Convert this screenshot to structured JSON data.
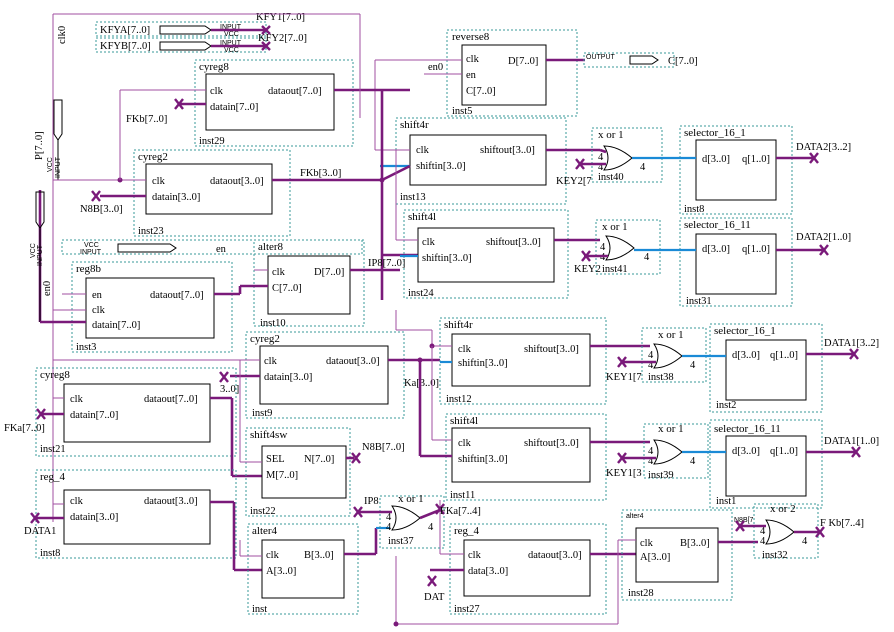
{
  "global": {
    "clk_label": "clk0",
    "en_label": "en0",
    "p_label": "P[7..0]",
    "vcc_label": "VCC",
    "input_label": "INPUT",
    "output_label": "OUTPUT"
  },
  "pins": {
    "kfya": "KFYA[7..0]",
    "kfyb": "KFYB[7..0]",
    "kfy1": "KFY1[7..0]",
    "kfy2": "KFY2[7..0]",
    "en_in": "en",
    "c_out": "C[7..0]",
    "data1": "DATA1",
    "fka": "FKa[7..0]",
    "fkb": "FKb[7..0]",
    "n8b": "N8B[3..0]",
    "fkb_net": "FKb[3..0]",
    "ka_net": "Ka[3..0]",
    "net_30": "3..0]",
    "ip8": "IP8",
    "ip8_net": "IP8[7..0]",
    "n8b_out": "N8B[7..0]",
    "fka_hi": "FKa[7..4]",
    "fkb_hi": "F Kb[7..4]",
    "n8b_small": "N8B[7",
    "dat": "DAT",
    "data2_32": "DATA2[3..2]",
    "data2_10": "DATA2[1..0]",
    "data1_32": "DATA1[3..2]",
    "data1_10": "DATA1[1..0]",
    "key2_a": "KEY2[7",
    "key2_b": "KEY2",
    "key1_a": "KEY1[7",
    "key1_b": "KEY1[3",
    "en0_small": "en0"
  },
  "blocks": {
    "reverse8": {
      "title": "reverse8",
      "p1": "clk",
      "p2": "en",
      "p3": "C[7..0]",
      "out": "D[7..0]",
      "inst": "inst5"
    },
    "cyreg8_top": {
      "title": "cyreg8",
      "p1": "clk",
      "p2": "datain[7..0]",
      "out": "dataout[7..0]",
      "inst": "inst29"
    },
    "shift4r_top": {
      "title": "shift4r",
      "p1": "clk",
      "p2": "shiftin[3..0]",
      "out": "shiftout[3..0]",
      "inst": "inst13"
    },
    "cyreg2_top": {
      "title": "cyreg2",
      "p1": "clk",
      "p2": "datain[3..0]",
      "out": "dataout[3..0]",
      "inst": "inst23"
    },
    "shift4l_top": {
      "title": "shift4l",
      "p1": "clk",
      "p2": "shiftin[3..0]",
      "out": "shiftout[3..0]",
      "inst": "inst24"
    },
    "alter8": {
      "title": "alter8",
      "p1": "clk",
      "p2": "C[7..0]",
      "out": "D[7..0]",
      "inst": "inst10"
    },
    "reg8b": {
      "title": "reg8b",
      "p1": "en",
      "p2": "clk",
      "p3": "datain[7..0]",
      "out": "dataout[7..0]",
      "inst": "inst3"
    },
    "cyreg2_mid": {
      "title": "cyreg2",
      "p1": "clk",
      "p2": "datain[3..0]",
      "out": "dataout[3..0]",
      "inst": "inst9"
    },
    "shift4r_mid": {
      "title": "shift4r",
      "p1": "clk",
      "p2": "shiftin[3..0]",
      "out": "shiftout[3..0]",
      "inst": "inst12"
    },
    "cyreg8_mid": {
      "title": "cyreg8",
      "p1": "clk",
      "p2": "datain[7..0]",
      "out": "dataout[7..0]",
      "inst": "inst21"
    },
    "shift4sw": {
      "title": "shift4sw",
      "p1": "SEL",
      "p2": "M[7..0]",
      "out": "N[7..0]",
      "inst": "inst22"
    },
    "shift4l_mid": {
      "title": "shift4l",
      "p1": "clk",
      "p2": "shiftin[3..0]",
      "out": "shiftout[3..0]",
      "inst": "inst11"
    },
    "reg4_left": {
      "title": "reg_4",
      "p1": "clk",
      "p2": "datain[3..0]",
      "out": "dataout[3..0]",
      "inst": "inst8"
    },
    "alter4_left": {
      "title": "alter4",
      "p1": "clk",
      "p2": "A[3..0]",
      "out": "B[3..0]",
      "inst": "inst"
    },
    "reg4_mid": {
      "title": "reg_4",
      "p1": "clk",
      "p2": "data[3..0]",
      "out": "dataout[3..0]",
      "inst": "inst27"
    },
    "alter4_right": {
      "title": "alter4",
      "p1": "clk",
      "p2": "A[3..0]",
      "out": "B[3..0]",
      "inst": "inst28"
    },
    "sel_a": {
      "title": "selector_16_1",
      "p1": "d[3..0]",
      "out": "q[1..0]",
      "inst": "inst8"
    },
    "sel_b": {
      "title": "selector_16_11",
      "p1": "d[3..0]",
      "out": "q[1..0]",
      "inst": "inst31"
    },
    "sel_c": {
      "title": "selector_16_1",
      "p1": "d[3..0]",
      "out": "q[1..0]",
      "inst": "inst2"
    },
    "sel_d": {
      "title": "selector_16_11",
      "p1": "d[3..0]",
      "out": "q[1..0]",
      "inst": "inst1"
    }
  },
  "gates": {
    "g40": {
      "title": "x or 1",
      "inst": "inst40",
      "w": "4"
    },
    "g41": {
      "title": "x or 1",
      "inst": "inst41",
      "w": "4"
    },
    "g38": {
      "title": "x or 1",
      "inst": "inst38",
      "w": "4"
    },
    "g39": {
      "title": "x or 1",
      "inst": "inst39",
      "w": "4"
    },
    "g37": {
      "title": "x or 1",
      "inst": "inst37",
      "w": "4"
    },
    "g32": {
      "title": "x or 2",
      "inst": "inst32",
      "w": "4"
    }
  }
}
